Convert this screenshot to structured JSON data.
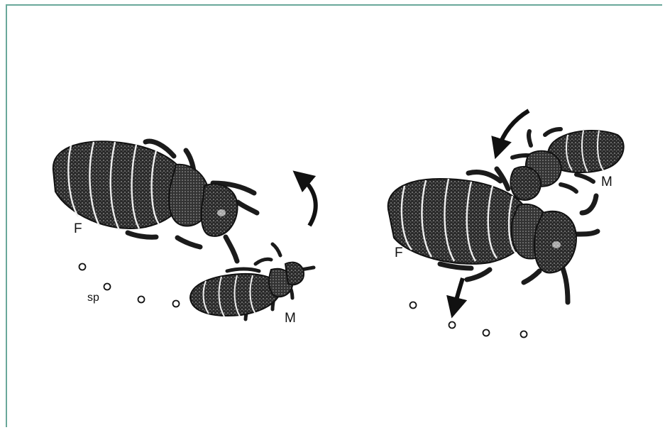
{
  "colors": {
    "frame": "#6aa89a",
    "ink": "#1b1b1b",
    "stipple": "#6e6e6e"
  },
  "left_panel": {
    "female_label": "F",
    "male_label": "M",
    "sperm_label": "sp"
  },
  "right_panel": {
    "female_label": "F",
    "male_label": "M"
  }
}
